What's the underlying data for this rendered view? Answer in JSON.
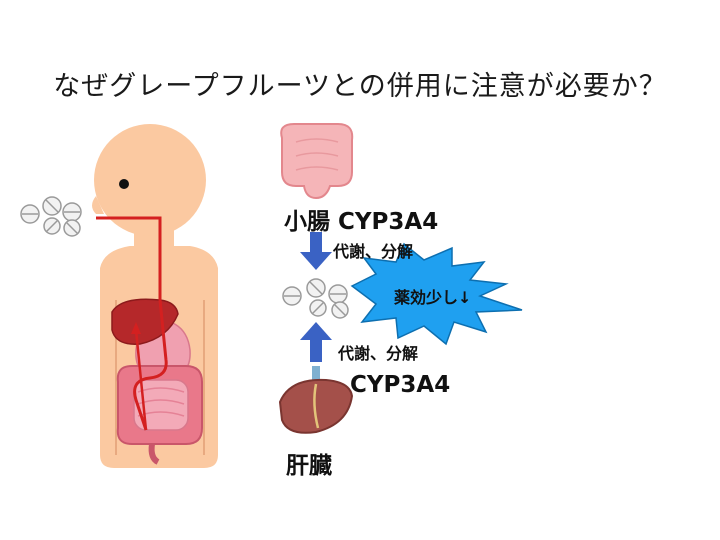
{
  "title": "なぜグレープフルーツとの併用に注意が必要か？",
  "small_intestine": {
    "label": "小腸 CYP3A4",
    "action": "代謝、分解"
  },
  "liver": {
    "enzyme": "CYP3A4",
    "label": "肝臓",
    "action": "代謝、分解"
  },
  "burst": {
    "label": "薬効少し↓"
  },
  "colors": {
    "arrow": "#3a62c4",
    "burst": "#1fa0f0",
    "skin": "#fbc9a1",
    "liver": "#b5282a",
    "intestine": "#e9788a",
    "gi_tract": "#d42020"
  },
  "icons": [
    "pill-icon",
    "intestine-icon",
    "liver-icon",
    "human-body-illustration"
  ]
}
